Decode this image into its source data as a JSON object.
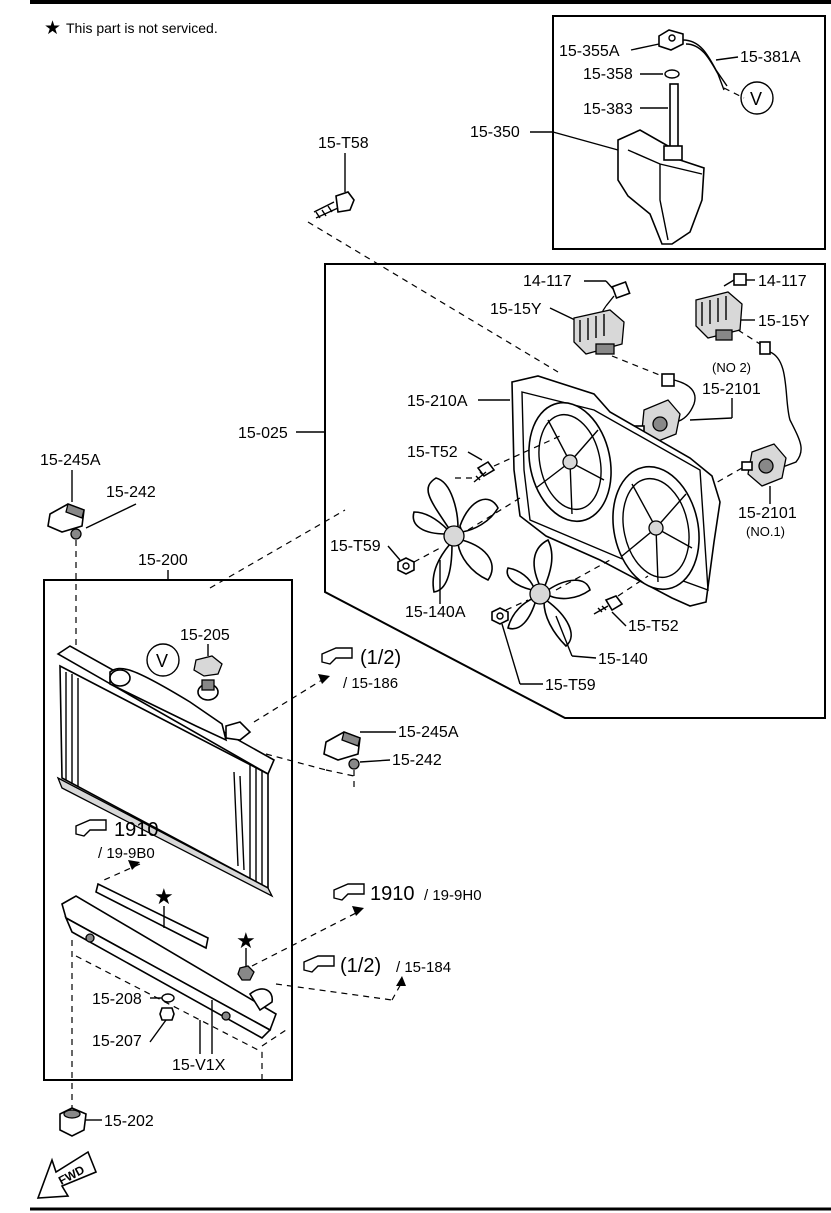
{
  "note": {
    "star": "★",
    "text": "This part is not serviced."
  },
  "labels": {
    "p15_355A": "15-355A",
    "p15_381A": "15-381A",
    "p15_358": "15-358",
    "p15_383": "15-383",
    "p15_350": "15-350",
    "p15_T58": "15-T58",
    "p14_117_a": "14-117",
    "p14_117_b": "14-117",
    "p15_15Y_a": "15-15Y",
    "p15_15Y_b": "15-15Y",
    "no2": "(NO 2)",
    "p15_2101_a": "15-2101",
    "p15_210A": "15-210A",
    "p15_025": "15-025",
    "p15_T52_a": "15-T52",
    "p15_2101_b": "15-2101",
    "no1": "(NO.1)",
    "p15_245A_a": "15-245A",
    "p15_242_a": "15-242",
    "p15_T59_a": "15-T59",
    "p15_140A": "15-140A",
    "p15_T52_b": "15-T52",
    "p15_140": "15-140",
    "p15_T59_b": "15-T59",
    "p15_200": "15-200",
    "p15_205": "15-205",
    "p15_245A_b": "15-245A",
    "p15_242_b": "15-242",
    "p15_208": "15-208",
    "p15_207": "15-207",
    "p15_V1X": "15-V1X",
    "p15_202": "15-202",
    "v_mark_a": "V",
    "v_mark_b": "V",
    "star_a": "★",
    "star_b": "★",
    "fwd": "FWD"
  },
  "refs": {
    "r1_main": "(1/2)",
    "r1_sub": "/ 15-186",
    "r2_main": "1910",
    "r2_sub": "/ 19-9B0",
    "r3_main": "1910",
    "r3_sub": "/ 19-9H0",
    "r4_main": "(1/2)",
    "r4_sub": "/ 15-184"
  },
  "icons": [
    "star-icon",
    "pointing-hand-icon",
    "fwd-arrow-icon"
  ]
}
